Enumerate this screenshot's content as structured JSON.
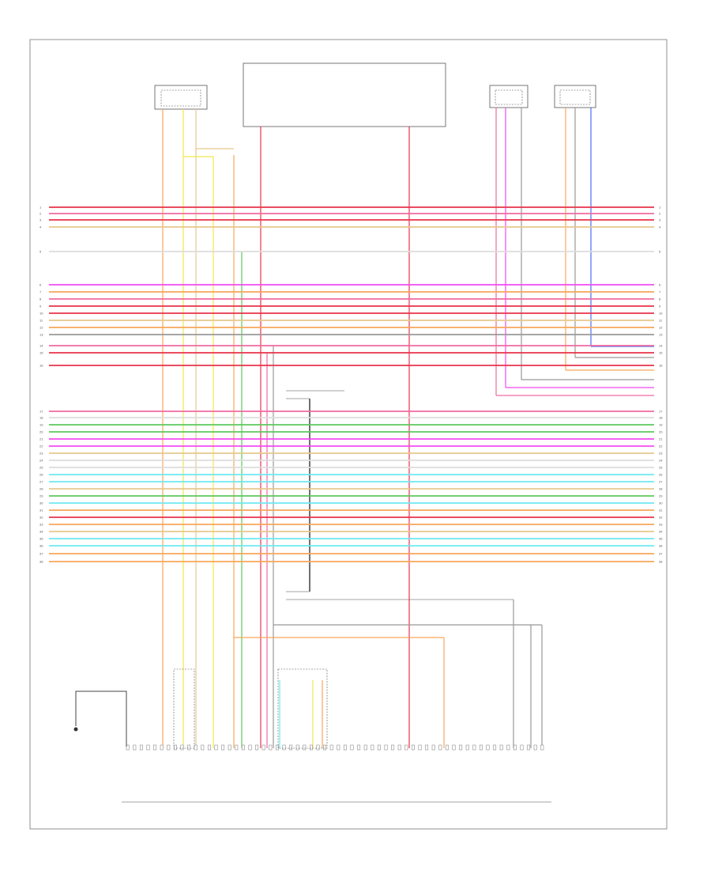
{
  "diagram": {
    "footer_code": "",
    "components": {
      "top_left": "",
      "top_center": "",
      "top_center_right": "",
      "top_right_a": "",
      "top_right_b": "",
      "mid_switch": "",
      "bottom_left_conn": "",
      "bottom_mid_conn": "",
      "bottom_right_conn": "",
      "ground": ""
    },
    "colors": {
      "red": "#e8334a",
      "pink": "#f06aa0",
      "magenta": "#f24bf2",
      "orange": "#f7a65a",
      "yellow": "#f2e64b",
      "green": "#5ec85e",
      "blue": "#4b6ef2",
      "cyan": "#6ee8f0",
      "gray": "#999999",
      "black": "#222222",
      "tan": "#e6c88c",
      "white": "#dddddd"
    },
    "bus_rows": [
      {
        "id": "1",
        "color": "red"
      },
      {
        "id": "2",
        "color": "pink"
      },
      {
        "id": "3",
        "color": "red"
      },
      {
        "id": "4",
        "color": "tan"
      },
      {
        "id": "5",
        "color": "white"
      },
      {
        "id": "6",
        "color": "magenta"
      },
      {
        "id": "7",
        "color": "orange"
      },
      {
        "id": "8",
        "color": "pink"
      },
      {
        "id": "9",
        "color": "red"
      },
      {
        "id": "10",
        "color": "red"
      },
      {
        "id": "11",
        "color": "tan"
      },
      {
        "id": "12",
        "color": "orange"
      },
      {
        "id": "13",
        "color": "gray"
      },
      {
        "id": "14",
        "color": "pink"
      },
      {
        "id": "15",
        "color": "red"
      },
      {
        "id": "16",
        "color": "red"
      },
      {
        "id": "17",
        "color": "pink"
      },
      {
        "id": "18",
        "color": "white"
      },
      {
        "id": "19",
        "color": "green"
      },
      {
        "id": "20",
        "color": "green"
      },
      {
        "id": "21",
        "color": "magenta"
      },
      {
        "id": "22",
        "color": "magenta"
      },
      {
        "id": "23",
        "color": "tan"
      },
      {
        "id": "24",
        "color": "white"
      },
      {
        "id": "25",
        "color": "white"
      },
      {
        "id": "26",
        "color": "cyan"
      },
      {
        "id": "27",
        "color": "cyan"
      },
      {
        "id": "28",
        "color": "tan"
      },
      {
        "id": "29",
        "color": "green"
      },
      {
        "id": "30",
        "color": "cyan"
      },
      {
        "id": "31",
        "color": "orange"
      },
      {
        "id": "32",
        "color": "red"
      },
      {
        "id": "33",
        "color": "orange"
      },
      {
        "id": "34",
        "color": "tan"
      },
      {
        "id": "35",
        "color": "cyan"
      },
      {
        "id": "36",
        "color": "cyan"
      },
      {
        "id": "37",
        "color": "orange"
      },
      {
        "id": "38",
        "color": "orange"
      }
    ]
  }
}
